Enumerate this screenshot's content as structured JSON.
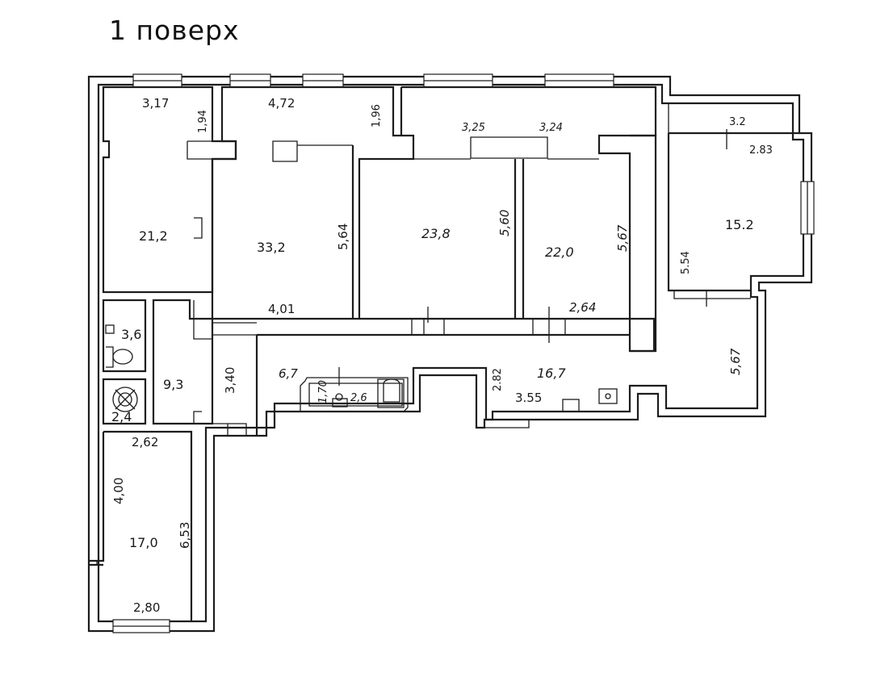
{
  "title": "1 поверх",
  "labels": {
    "r1_width": "3,17",
    "r1_depth": "1,94",
    "r1_area": "21,2",
    "r2_width": "4,72",
    "r2_depth": "1,96",
    "r2_area": "33,2",
    "r2_length": "5,64",
    "r2_bottom": "4,01",
    "r3_width": "3,25",
    "r3_area": "23,8",
    "r3_length": "5,60",
    "r4_width": "3,24",
    "r4_area": "22,0",
    "r4_length": "5,67",
    "r4_bottom": "2,64",
    "r5_top": "3.2",
    "r5_width": "2.83",
    "r5_area": "15.2",
    "r5_length": "5.54",
    "wc_area": "3,6",
    "boiler_area": "2,4",
    "hall_area": "9,3",
    "hall_length": "3,40",
    "bath_area": "6,7",
    "bath_dim": "1,70",
    "shower_area": "2,6",
    "corr_width": "2.82",
    "corr_area": "16,7",
    "corr_length": "3.55",
    "corr_right": "5,67",
    "r6_width": "2,62",
    "r6_depth": "4,00",
    "r6_area": "17,0",
    "r6_length": "6,53",
    "r6_bottom": "2,80"
  }
}
